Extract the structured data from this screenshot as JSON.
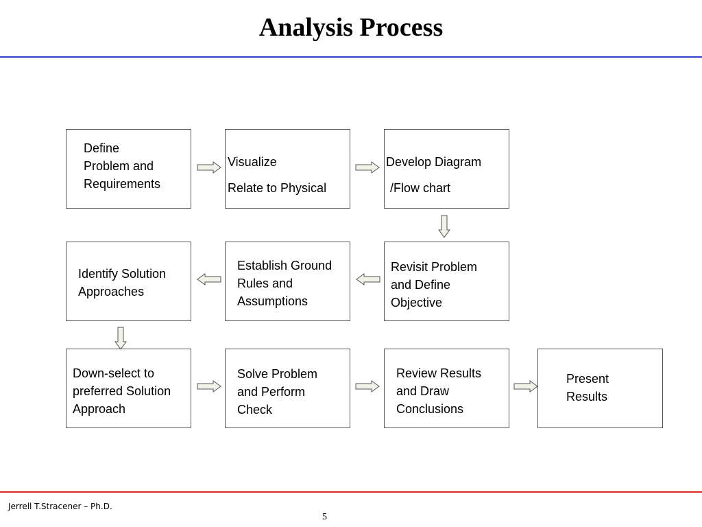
{
  "title": "Analysis Process",
  "footer": {
    "author": "Jerrell T.Stracener – Ph.D.",
    "page_number": "5"
  },
  "steps": [
    {
      "lines": [
        "Define",
        "Problem and",
        "Requirements"
      ]
    },
    {
      "lines": [
        "Visualize",
        "Relate to Physical"
      ]
    },
    {
      "lines": [
        "Develop Diagram",
        "/Flow chart"
      ]
    },
    {
      "lines": [
        "Revisit Problem",
        "and Define",
        "Objective"
      ]
    },
    {
      "lines": [
        "Establish Ground",
        "Rules  and",
        "Assumptions"
      ]
    },
    {
      "lines": [
        "Identify Solution",
        "Approaches"
      ]
    },
    {
      "lines": [
        "Down-select to",
        "preferred Solution",
        "Approach"
      ]
    },
    {
      "lines": [
        "Solve Problem",
        "and Perform",
        "Check"
      ]
    },
    {
      "lines": [
        "Review Results",
        "and Draw",
        "Conclusions"
      ]
    },
    {
      "lines": [
        "Present",
        "Results"
      ]
    }
  ],
  "colors": {
    "top_rule": "#2f3ec9",
    "bottom_rule": "#d92b2b",
    "arrow_fill": "#f2f2e8",
    "arrow_stroke": "#555555"
  }
}
